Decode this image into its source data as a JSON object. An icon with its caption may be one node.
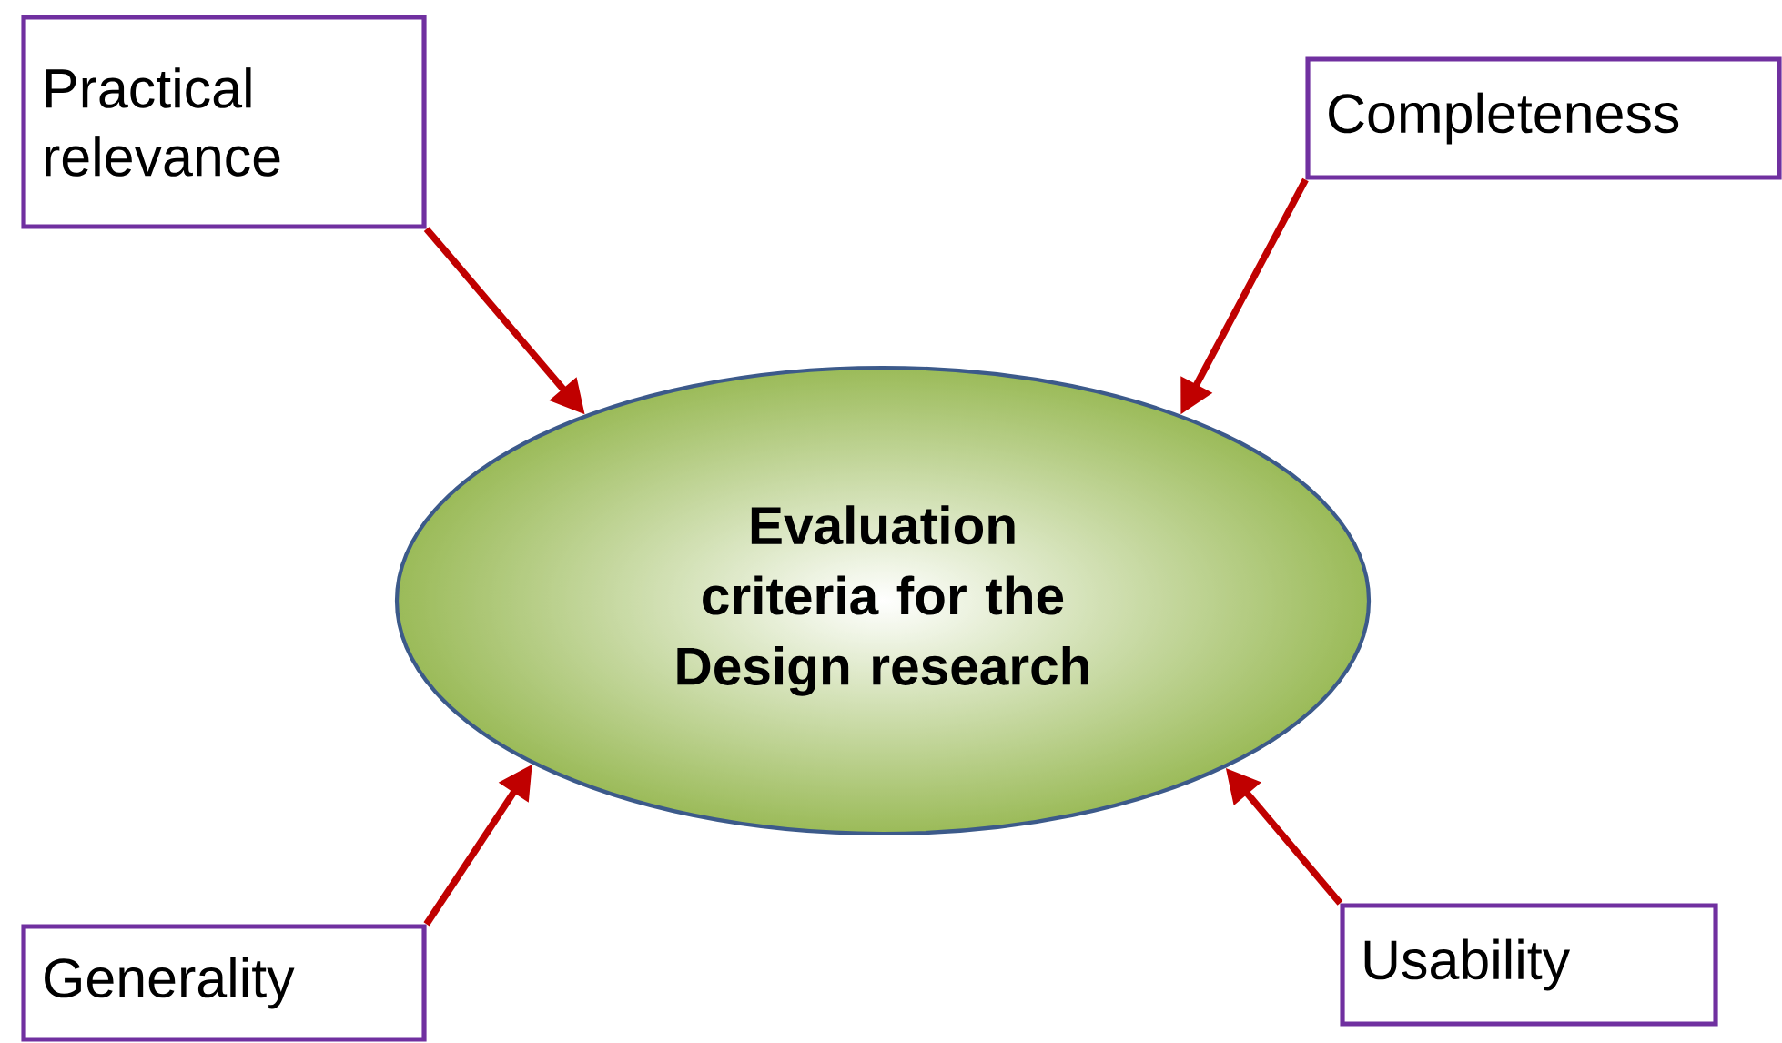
{
  "diagram": {
    "nodes": [
      {
        "text": [
          "Evaluation criteria for the Design research"
        ]
      },
      {
        "text": [
          "Practical relevance"
        ]
      },
      {
        "text": [
          "Completeness"
        ]
      },
      {
        "text": [
          "Generality"
        ]
      },
      {
        "text": [
          "Usability"
        ]
      }
    ],
    "edges": [
      {
        "from": 1,
        "to": 0,
        "arrow": "to"
      },
      {
        "from": 2,
        "to": 0,
        "arrow": "to"
      },
      {
        "from": 3,
        "to": 0,
        "arrow": "to"
      },
      {
        "from": 4,
        "to": 0,
        "arrow": "to"
      }
    ]
  }
}
